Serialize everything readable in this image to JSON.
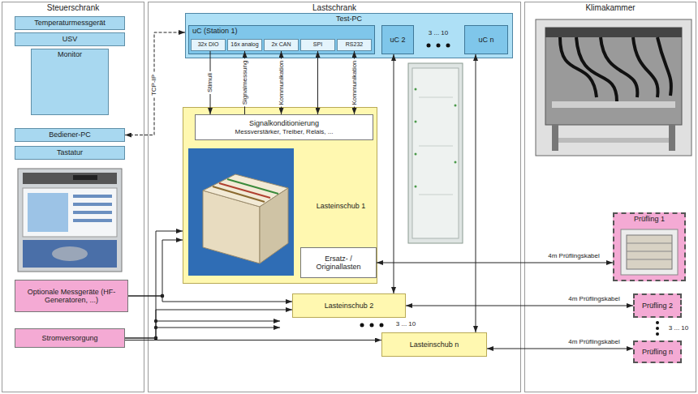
{
  "diagram": {
    "nodes": [
      {
        "text": [
          "Steuerschrank"
        ]
      },
      {
        "text": [
          "Temperaturmessgerät"
        ],
        "in": 0
      },
      {
        "text": [
          "USV"
        ],
        "in": 0
      },
      {
        "text": [
          "Monitor"
        ],
        "in": 0
      },
      {
        "text": [
          "Bediener-PC"
        ],
        "in": 0
      },
      {
        "text": [
          "Tastatur"
        ],
        "in": 0
      },
      {
        "text": [
          "Optionale Messgeräte (HF-Generatoren, ...)"
        ],
        "in": 0
      },
      {
        "text": [
          "Stromversorgung"
        ],
        "in": 0
      },
      {
        "text": [
          "Lastschrank"
        ]
      },
      {
        "text": [
          "Test-PC"
        ],
        "in": 8
      },
      {
        "text": [
          "uC (Station 1)"
        ],
        "in": 9
      },
      {
        "text": [
          "32x DIO"
        ],
        "in": 10
      },
      {
        "text": [
          "16x analog"
        ],
        "in": 10
      },
      {
        "text": [
          "2x CAN"
        ],
        "in": 10
      },
      {
        "text": [
          "SPI"
        ],
        "in": 10
      },
      {
        "text": [
          "RS232"
        ],
        "in": 10
      },
      {
        "text": [
          "uC 2"
        ],
        "in": 9
      },
      {
        "text": [
          "uC n"
        ],
        "in": 9
      },
      {
        "text": [
          "Lasteinschub 1"
        ],
        "in": 8
      },
      {
        "text": [
          "Signalkonditionierung",
          "Messverstärker, Treiber, Relais, ..."
        ],
        "in": 18
      },
      {
        "text": [
          "Ersatz- / Originallasten"
        ],
        "in": 18
      },
      {
        "text": [
          "Lasteinschub 2"
        ],
        "in": 8
      },
      {
        "text": [
          "Lasteinschub n"
        ],
        "in": 8
      },
      {
        "text": [
          "Klimakammer"
        ]
      },
      {
        "text": [
          "Prüfling 1"
        ],
        "in": 23
      },
      {
        "text": [
          "Prüfling 2"
        ],
        "in": 23
      },
      {
        "text": [
          "Prüfling n"
        ],
        "in": 23
      }
    ],
    "edges": [
      {
        "from": 4,
        "to": 9,
        "label": "TCP-IP",
        "arrow": "both"
      },
      {
        "from": 11,
        "to": 19,
        "label": "Stimuli",
        "arrow": "to"
      },
      {
        "from": 19,
        "to": 12,
        "label": "Signalmessung",
        "arrow": "to"
      },
      {
        "from": 13,
        "to": 19,
        "label": "Kommunikation",
        "arrow": "both"
      },
      {
        "from": 14,
        "to": 19,
        "arrow": "both"
      },
      {
        "from": 15,
        "to": 19,
        "label": "Kommunikation",
        "arrow": "both"
      },
      {
        "from": 16,
        "to": 21,
        "arrow": "both"
      },
      {
        "from": 17,
        "to": 22,
        "arrow": "both"
      },
      {
        "from": 20,
        "to": 24,
        "label": "4m Prüflingskabel",
        "arrow": "both"
      },
      {
        "from": 21,
        "to": 25,
        "label": "4m Prüflingskabel",
        "arrow": "both"
      },
      {
        "from": 22,
        "to": 26,
        "label": "4m Prüflingskabel",
        "arrow": "both"
      },
      {
        "from": 6,
        "to": 18,
        "arrow": "to"
      },
      {
        "from": 6,
        "to": 21,
        "arrow": "to"
      },
      {
        "from": 7,
        "to": 18,
        "arrow": "to"
      },
      {
        "from": 7,
        "to": 21,
        "arrow": "to"
      },
      {
        "from": 7,
        "to": 22,
        "arrow": "to"
      }
    ],
    "labels": [
      "3 ... 10",
      "3 ... 10",
      "3 ... 10"
    ]
  }
}
